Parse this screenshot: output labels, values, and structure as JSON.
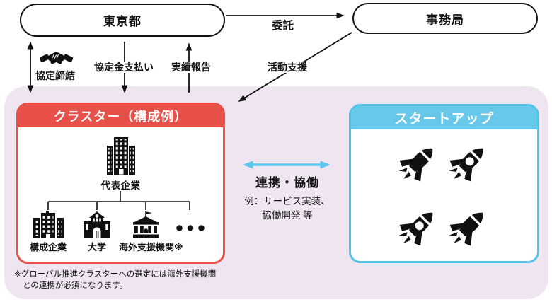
{
  "nodes": {
    "tokyo": "東京都",
    "secretariat": "事務局"
  },
  "flows": {
    "delegation": "委託",
    "agreement": "協定締結",
    "payment": "協定金支払い",
    "report": "実績報告",
    "support": "活動支援"
  },
  "cluster": {
    "title": "クラスター（構成例）",
    "representative": "代表企業",
    "members": [
      {
        "label": "構成企業",
        "icon": "company-group-icon"
      },
      {
        "label": "大学",
        "icon": "university-icon"
      },
      {
        "label": "海外支援機関※",
        "icon": "overseas-agency-icon"
      },
      {
        "label": "・・・",
        "icon": "ellipsis-icon"
      }
    ],
    "footnote_line1": "※グローバル推進クラスターへの選定には海外支援機関",
    "footnote_line2": "との連携が必須になります。"
  },
  "collaboration": {
    "title": "連携・協働",
    "example_line1": "例：サービス実装、",
    "example_line2": "協働開発 等"
  },
  "startup": {
    "title": "スタートアップ",
    "rocket_count": 4
  },
  "colors": {
    "red": "#E8504A",
    "cyan_header": "#67C8EA",
    "cyan_border": "#53C3E9",
    "arrow_cyan": "#5BC6ED",
    "panel": "#EFE5F1",
    "ink": "#111111"
  }
}
